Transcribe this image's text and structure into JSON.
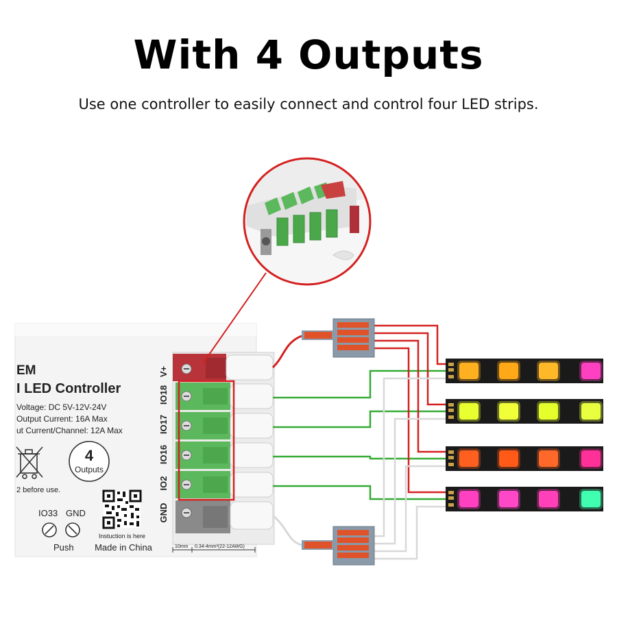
{
  "header": {
    "title": "With 4 Outputs",
    "subtitle": "Use one controller to easily connect and control four LED strips."
  },
  "controller": {
    "brand_fragment": "EM",
    "product_name_fragment": "I LED Controller",
    "specs": [
      "Voltage: DC 5V-12V-24V",
      "Output Current: 16A Max",
      "ut Current/Channel: 12A Max"
    ],
    "badge_number": "4",
    "badge_label": "Outputs",
    "note": "2 before use.",
    "io33_label": "IO33",
    "gnd_button_label": "GND",
    "push_label": "Push",
    "qr_caption": "Instuction is here",
    "made_in": "Made in China",
    "terminal_labels": [
      "V+",
      "IO18",
      "IO17",
      "IO16",
      "IO2",
      "GND"
    ],
    "ruler_label": "10mm",
    "wire_spec": "0.34-4mm²(22-12AWG)"
  },
  "colors": {
    "power_wire": "#d42020",
    "data_wire": "#33aa33",
    "ground_wire": "#d8d8d8",
    "terminal_green": "#5cb85c",
    "terminal_red": "#b8333a",
    "highlight": "#d42020"
  },
  "led_strips": [
    {
      "leds": [
        "#ffb020",
        "#ffa818",
        "#ffb828",
        "#ff40c0"
      ]
    },
    {
      "leds": [
        "#e8ff30",
        "#f0ff38",
        "#e4ff2c",
        "#e8ff40"
      ]
    },
    {
      "leds": [
        "#ff6020",
        "#ff5a18",
        "#ff6828",
        "#ff3098"
      ]
    },
    {
      "leds": [
        "#ff40c0",
        "#ff48c8",
        "#ff40b8",
        "#40ffb0"
      ]
    }
  ]
}
